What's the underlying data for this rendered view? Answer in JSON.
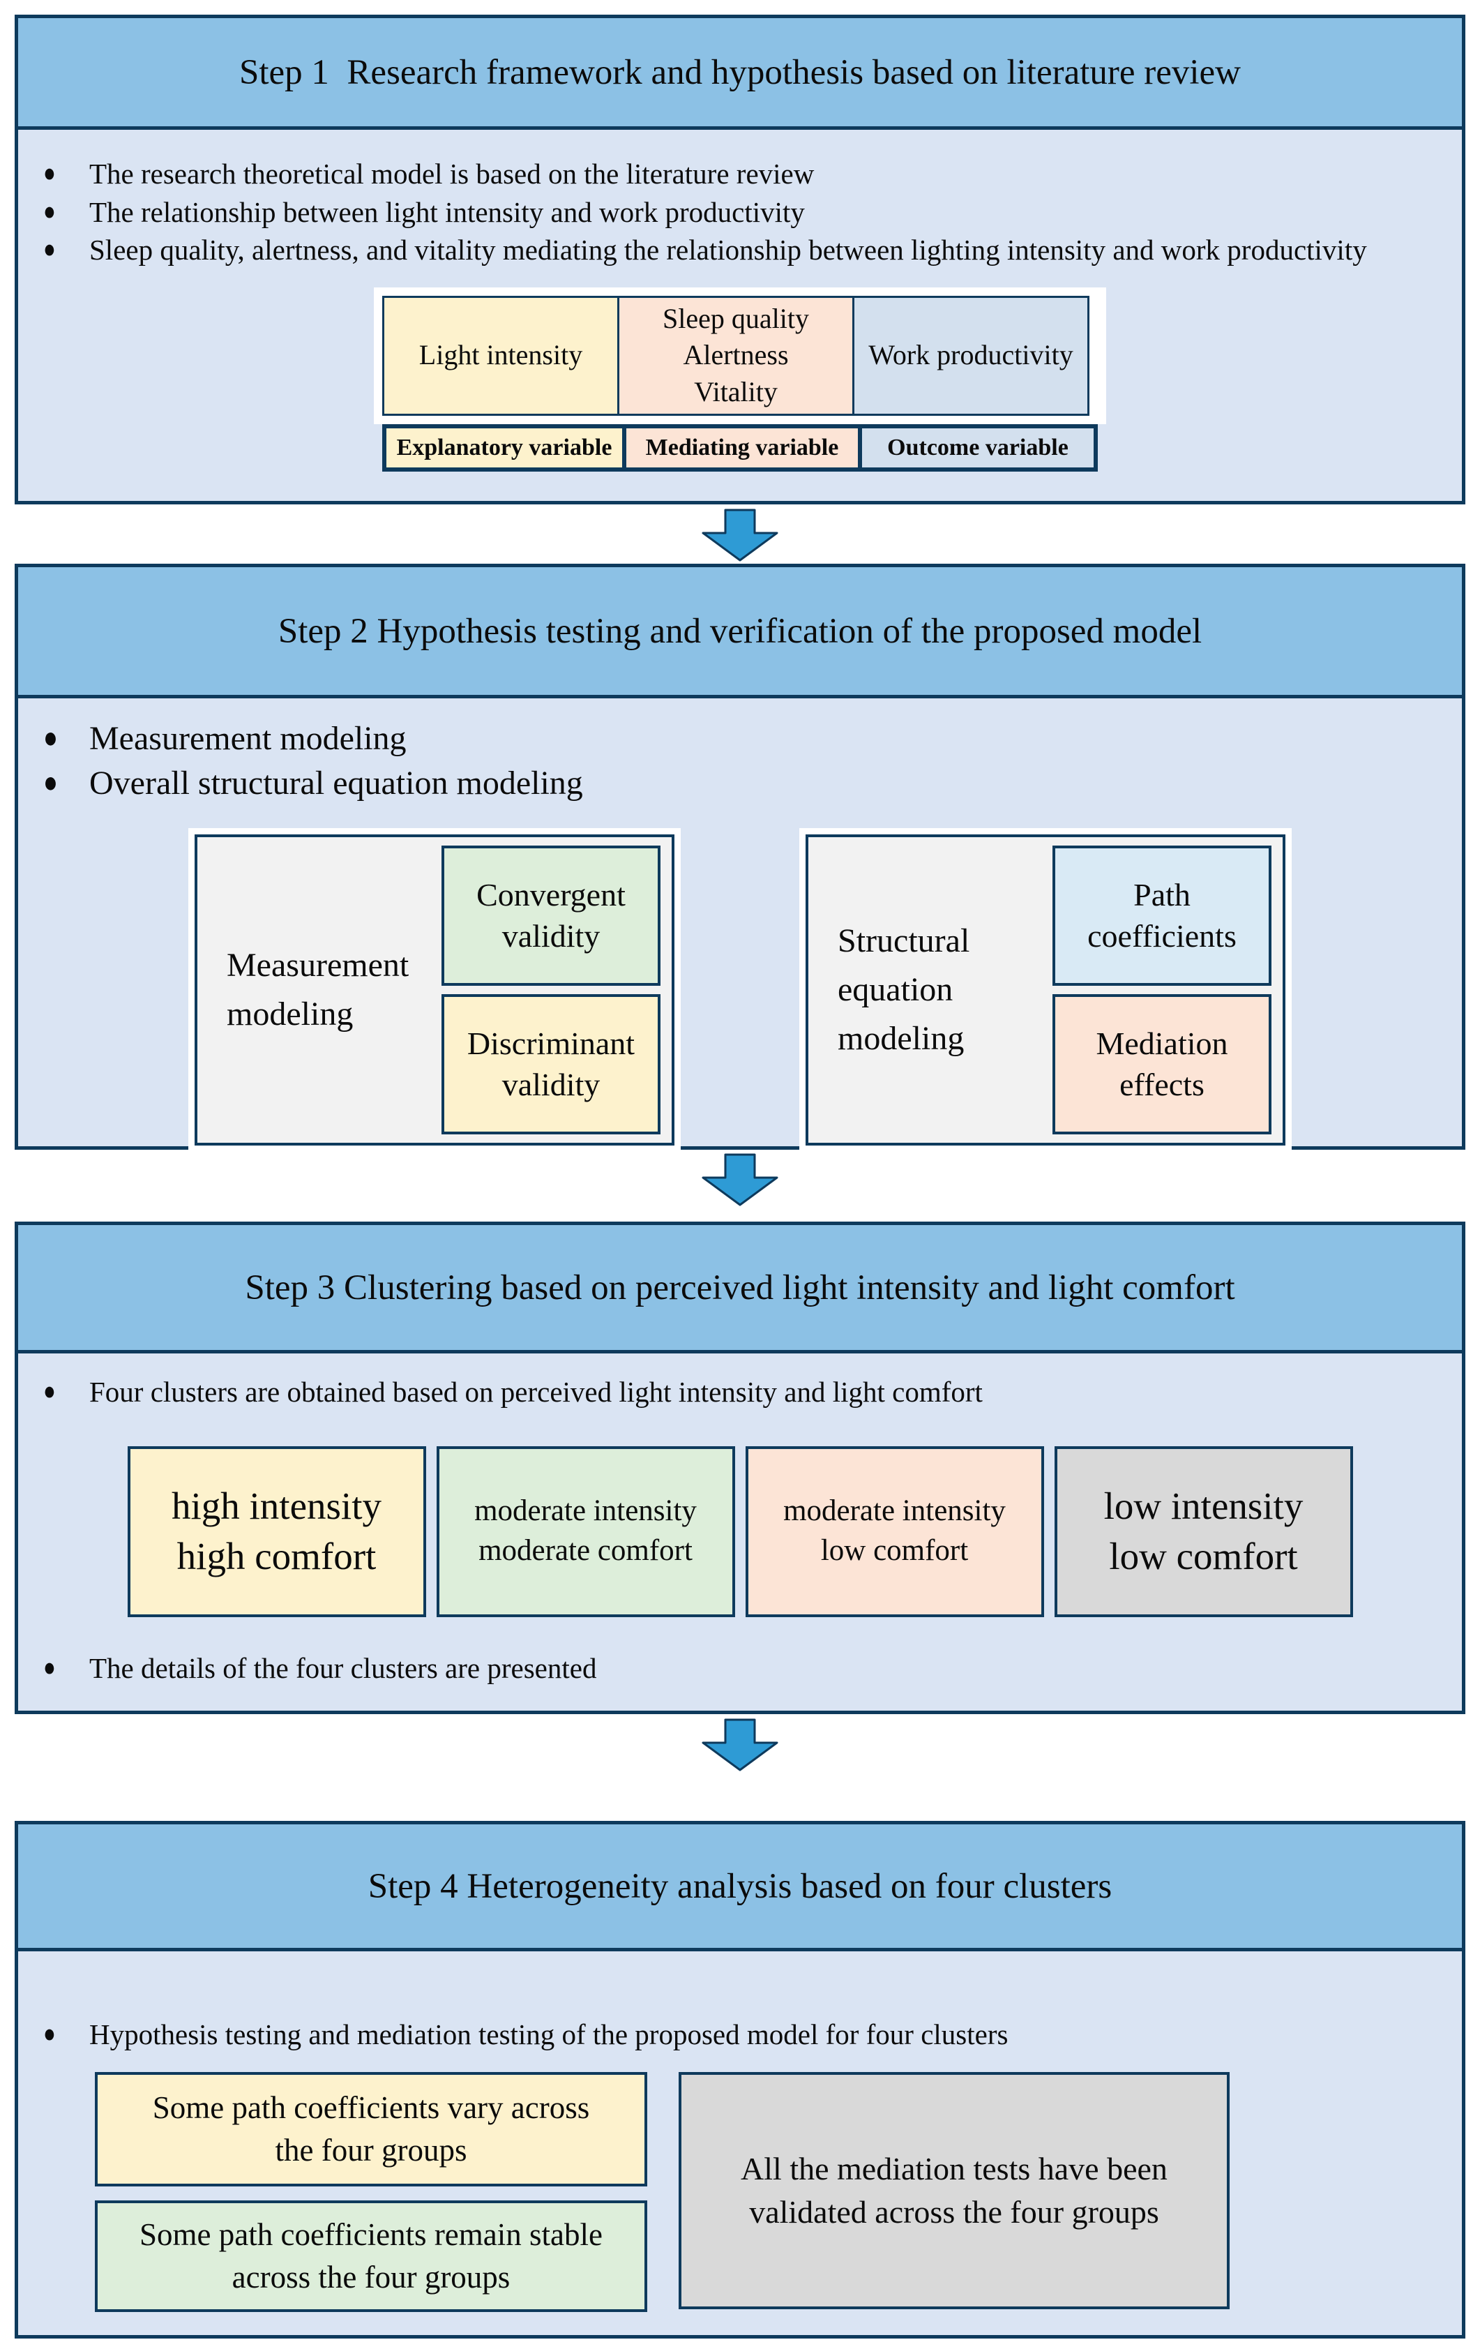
{
  "palette": {
    "header_blue": "#8cc1e5",
    "body_blue": "#dae4f3",
    "border_navy": "#0e3a5c",
    "yellow": "#fdf2cd",
    "green": "#ddeeda",
    "peach": "#fce4d6",
    "cell_blue": "#d3e0ee",
    "panel_blue": "#d9eaf5",
    "gray": "#d9d9d9",
    "panel_gray": "#f2f2f2",
    "arrow_blue": "#2e9bd5",
    "frame_white": "#ffffff"
  },
  "bullet_glyph": "●",
  "steps": [
    {
      "title": "Step 1  Research framework and hypothesis based on literature review",
      "bullets": [
        "The research theoretical model is based on the literature review",
        "The relationship between light intensity and work productivity",
        "Sleep quality, alertness, and vitality mediating the relationship between lighting intensity and work productivity"
      ],
      "variables": {
        "explanatory": {
          "value": "Light intensity",
          "label": "Explanatory variable"
        },
        "mediating": {
          "value_lines": [
            "Sleep quality",
            "Alertness",
            "Vitality"
          ],
          "label": "Mediating variable"
        },
        "outcome": {
          "value": "Work productivity",
          "label": "Outcome variable"
        }
      }
    },
    {
      "title": "Step 2 Hypothesis testing and verification of the proposed model",
      "bullets": [
        "Measurement modeling",
        "Overall structural equation modeling"
      ],
      "groups": [
        {
          "label": "Measurement modeling",
          "items": [
            "Convergent validity",
            "Discriminant validity"
          ]
        },
        {
          "label": "Structural equation modeling",
          "items": [
            "Path coefficients",
            "Mediation effects"
          ]
        }
      ]
    },
    {
      "title": "Step 3 Clustering based on perceived light intensity and light comfort",
      "bullets": [
        "Four clusters are obtained based on perceived light intensity and light comfort",
        "The details of the four clusters are presented"
      ],
      "clusters": [
        {
          "line1": "high intensity",
          "line2": "high comfort"
        },
        {
          "line1": "moderate intensity",
          "line2": "moderate comfort"
        },
        {
          "line1": "moderate intensity",
          "line2": "low comfort"
        },
        {
          "line1": "low intensity",
          "line2": "low comfort"
        }
      ]
    },
    {
      "title": "Step 4 Heterogeneity analysis based on four clusters",
      "bullets": [
        "Hypothesis testing and mediation testing of the proposed model for four clusters"
      ],
      "findings": [
        "Some path coefficients vary across the four groups",
        "Some path coefficients remain stable across the four groups",
        "All the mediation tests have been validated across the four groups"
      ]
    }
  ]
}
